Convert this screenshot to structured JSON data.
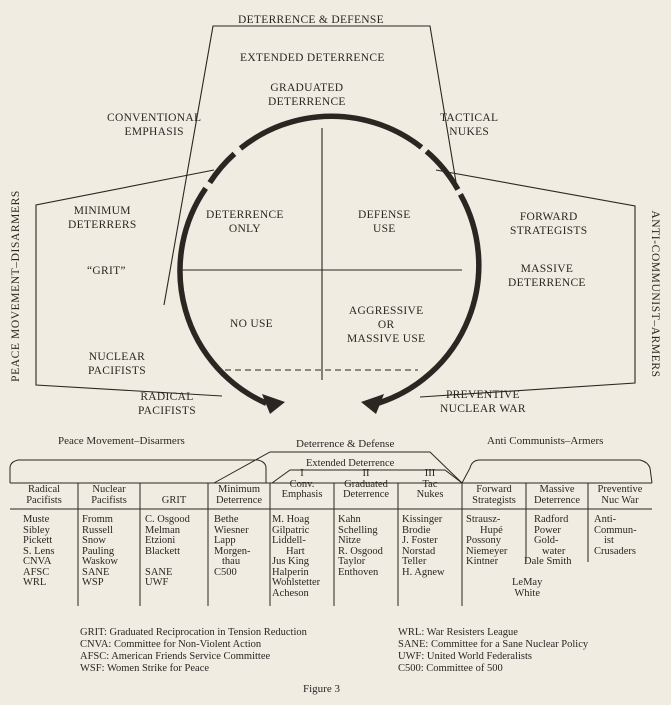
{
  "diagram": {
    "top_title": "DETERRENCE & DEFENSE",
    "extended": "EXTENDED DETERRENCE",
    "graduated": [
      "GRADUATED",
      "DETERRENCE"
    ],
    "conventional": [
      "CONVENTIONAL",
      "EMPHASIS"
    ],
    "tactical": [
      "TACTICAL",
      "NUKES"
    ],
    "minimum": [
      "MINIMUM",
      "DETERRERS"
    ],
    "grit": "“GRIT”",
    "nuclear_pacifists": [
      "NUCLEAR",
      "PACIFISTS"
    ],
    "radical_pacifists": [
      "RADICAL",
      "PACIFISTS"
    ],
    "forward": [
      "FORWARD",
      "STRATEGISTS"
    ],
    "massive": [
      "MASSIVE",
      "DETERRENCE"
    ],
    "preventive": [
      "PREVENTIVE",
      "NUCLEAR WAR"
    ],
    "left_vertical": "PEACE MOVEMENT–DISARMERS",
    "right_vertical": "ANTI-COMMUNIST–ARMERS",
    "quadrants": {
      "deterrence_only": [
        "DETERRENCE",
        "ONLY"
      ],
      "defense_use": [
        "DEFENSE",
        "USE"
      ],
      "no_use": "NO USE",
      "aggressive": [
        "AGGRESSIVE",
        "OR",
        "MASSIVE USE"
      ]
    }
  },
  "table": {
    "groups": {
      "peace": "Peace Movement–Disarmers",
      "deterrence": "Deterrence & Defense",
      "anti": "Anti Communists–Armers",
      "extended": "Extended Deterrence"
    },
    "columns": [
      {
        "header": [
          "Radical",
          "Pacifists"
        ],
        "names": [
          "Muste",
          "Sibley",
          "Pickett",
          "S. Lens",
          "CNVA",
          "AFSC",
          "WRL"
        ]
      },
      {
        "header": [
          "Nuclear",
          "Pacifists"
        ],
        "names": [
          "Fromm",
          "Russell",
          "Snow",
          "Pauling",
          "Waskow",
          "SANE",
          "WSP"
        ]
      },
      {
        "header": [
          "",
          "GRIT"
        ],
        "names": [
          "C. Osgood",
          "Melman",
          "Etzioni",
          "Blackett",
          "",
          "SANE",
          "UWF"
        ]
      },
      {
        "header": [
          "Minimum",
          "Deterrence"
        ],
        "names": [
          "Bethe",
          "Wiesner",
          "Lapp",
          "Morgen-",
          "thau",
          "C500"
        ]
      },
      {
        "header": [
          "I",
          "Conv.",
          "Emphasis"
        ],
        "names": [
          "M. Hoag",
          "Gilpatric",
          "Liddell-",
          "Hart",
          "Jus King",
          "Halperin",
          "Wohlstetter",
          "Acheson"
        ]
      },
      {
        "header": [
          "II",
          "Graduated",
          "Deterrence"
        ],
        "names": [
          "Kahn",
          "Schelling",
          "Nitze",
          "R. Osgood",
          "Taylor",
          "Enthoven"
        ]
      },
      {
        "header": [
          "III",
          "Tac",
          "Nukes"
        ],
        "names": [
          "Kissinger",
          "Brodie",
          "J. Foster",
          "Norstad",
          "Teller",
          "H. Agnew"
        ]
      },
      {
        "header": [
          "Forward",
          "Strategists"
        ],
        "names": [
          "Strausz-",
          "Hupé",
          "Possony",
          "Niemeyer",
          "Kintner"
        ]
      },
      {
        "header": [
          "Massive",
          "Deterrence"
        ],
        "names": [
          "Radford",
          "Power",
          "Gold-",
          "water",
          "Dale Smith"
        ]
      },
      {
        "header": [
          "Preventive",
          "Nuc War"
        ],
        "names": [
          "Anti-",
          "Commun-",
          "ist",
          "Crusaders"
        ]
      }
    ],
    "shared_names": [
      "LeMay",
      "White"
    ]
  },
  "glossary": {
    "left": [
      "GRIT:  Graduated Reciprocation in Tension Reduction",
      "CNVA:  Committee for Non-Violent Action",
      "AFSC:  American Friends Service Committee",
      "WSF:  Women Strike for Peace"
    ],
    "right": [
      "WRL:  War Resisters League",
      "SANE:  Committee for a Sane Nuclear Policy",
      "UWF:  United World Federalists",
      "C500:  Committee of 500"
    ]
  },
  "caption": "Figure 3"
}
